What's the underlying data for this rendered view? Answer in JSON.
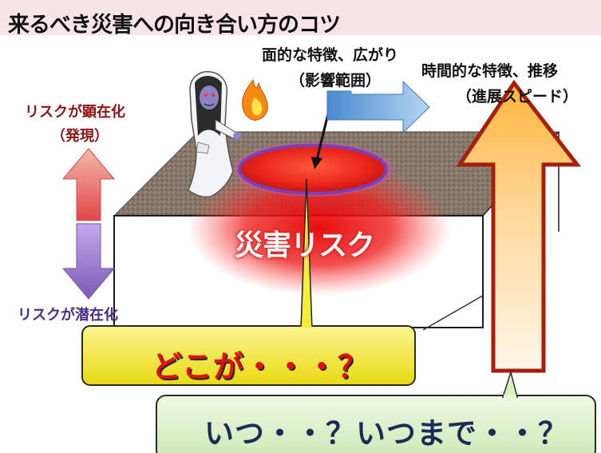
{
  "title": "来るべき災害への向き合い方のコツ",
  "spatial": {
    "line1": "面的な特徴、広がり",
    "line2": "（影響範囲）"
  },
  "temporal": {
    "line1": "時間的な特徴、推移",
    "line2": "（進展スピード）"
  },
  "risk_scale": {
    "appear_line1": "リスクが顕在化",
    "appear_line2": "（発現）",
    "latent": "リスクが潜在化"
  },
  "disaster_label": "災害リスク",
  "callout_where": "どこが・・・？",
  "callout_when": "いつ・・？いつまで・・？",
  "colors": {
    "background": "#f7e4e9",
    "plane": "#7d6f66",
    "hotspot": "#e8231a",
    "hotspot_ring": "#7b3fb8",
    "callout_where": "#f2ea2a",
    "callout_when": "#d8efc3",
    "time_arrow_top": "#ffb43c",
    "time_arrow_border": "#c0260f",
    "spread_arrow": "#5b9bd5"
  },
  "icons": [
    "ghost-figure-icon",
    "flame-icon"
  ]
}
